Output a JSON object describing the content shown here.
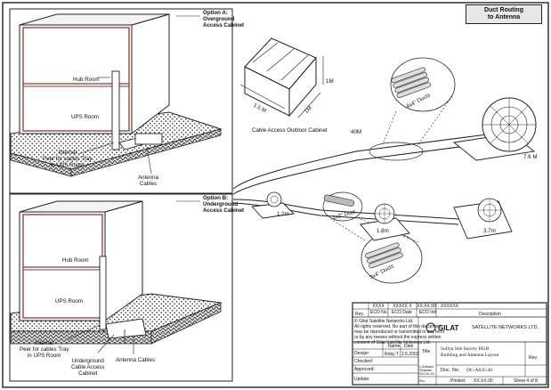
{
  "header": {
    "title_line1": "Duct Routing",
    "title_line2": "to Antenna"
  },
  "option_a": {
    "title_line1": "Option A:",
    "title_line2": "Overground",
    "title_line3": "Access Cabinet",
    "hub_room": "Hub Room",
    "ups_room": "UPS Room",
    "peer_line1": "Internal",
    "peer_line2": "Peer for cables Tray",
    "peer_line3": "in UPS Room",
    "antenna_cables_line1": "Antenna",
    "antenna_cables_line2": "Cables"
  },
  "option_b": {
    "title_line1": "Option B:",
    "title_line2": "Underground",
    "title_line3": "Access Cabinet",
    "hub_room": "Hub Room",
    "ups_room": "UPS Room",
    "peer_line1": "Internal",
    "peer_line2": "Peer for cables Tray",
    "peer_line3": "in UPS Room",
    "underground_line1": "Underground",
    "underground_line2": "Cable Access",
    "underground_line3": "Cabinet",
    "antenna_cables": "Antenna Cables"
  },
  "cabinet": {
    "dim_length": "1.5 M",
    "dim_depth": "1M",
    "dim_height": "1M",
    "caption": "Cable Access  Outdoor Cabinet"
  },
  "routing": {
    "distance_40m": "40M",
    "ducts_top": "4x4\" Ducts",
    "ducts_bottom": "3x4\" Ducts",
    "duct_3in": "1x3\" Duct",
    "dish_large": "7.6 M",
    "dish_12": "1.2m",
    "dish_18": "1.8m",
    "dish_37": "3.7m"
  },
  "title_block": {
    "rev_header": "XXXX",
    "eco_header": "XXXXX X",
    "date_header": "XX.XX.00",
    "desc_header": "XXXXXX",
    "col_rev": "Rev.",
    "col_eco": "ECO No.",
    "col_eco_date": "ECO Date",
    "col_eco_init": "ECO Init",
    "col_description": "Description",
    "copyright": [
      "© Gilat Satellite Networks Ltd.",
      "All rights reserved. No part of this document",
      "may be reproduced or transmitted in any form",
      "or by any means without the express written",
      "consent of Gilat Satellite Networks Ltd."
    ],
    "company_logo": "GILAT",
    "company_name": "SATELLITE NETWORKS LTD.",
    "row_name": "Name",
    "row_date": "Date",
    "row_design": "Design:",
    "design_name": "Roby T.",
    "design_date": "2.6.2003",
    "row_checked": "Checked:",
    "row_approved": "Approved:",
    "row_update": "Update:",
    "title_label": "Title",
    "title_line1": "Sofiya Site Survey HUB",
    "title_line2": "Building and Antenna Layout",
    "doc_label": "Doc. No.",
    "doc_no": "DC-A035-30",
    "rev_label": "Rev.",
    "sw_label_line1": "s-Software",
    "sw_label_line2": "Template:",
    "sw_label_line3": "ISO-XX-XX",
    "sw_label_line4": "Rev.",
    "printed_label": "Printed:",
    "printed_value": "XX.XX.00",
    "sheet": "Sheet 4 of 8"
  }
}
